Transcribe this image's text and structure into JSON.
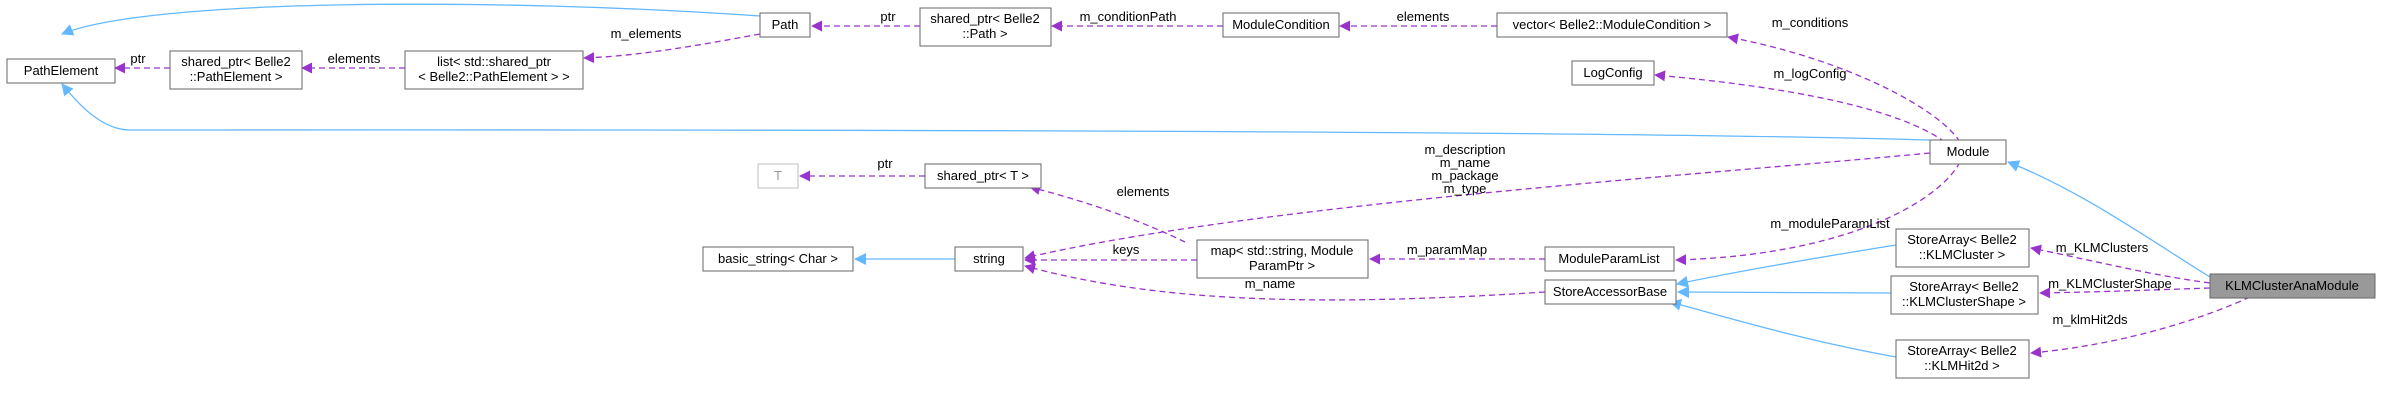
{
  "nodes": {
    "path_element": "PathElement",
    "shared_ptr_path_element": [
      "shared_ptr< Belle2",
      "::PathElement >"
    ],
    "list_shared_ptr": [
      "list< std::shared_ptr",
      "< Belle2::PathElement > >"
    ],
    "path": "Path",
    "shared_ptr_path": [
      "shared_ptr< Belle2",
      "::Path >"
    ],
    "module_condition": "ModuleCondition",
    "vector_module_condition": "vector< Belle2::ModuleCondition >",
    "log_config": "LogConfig",
    "module": "Module",
    "t": "T",
    "shared_ptr_t": "shared_ptr< T >",
    "basic_string": "basic_string< Char >",
    "string": "string",
    "map_param": [
      "map< std::string, Module",
      "ParamPtr >"
    ],
    "module_param_list": "ModuleParamList",
    "store_accessor_base": "StoreAccessorBase",
    "store_array_klm_cluster": [
      "StoreArray< Belle2",
      "::KLMCluster >"
    ],
    "store_array_klm_cluster_shape": [
      "StoreArray< Belle2",
      "::KLMClusterShape >"
    ],
    "store_array_klm_hit2d": [
      "StoreArray< Belle2",
      "::KLMHit2d >"
    ],
    "klm_cluster_ana_module": "KLMClusterAnaModule"
  },
  "edge_labels": {
    "ptr_path_element": "ptr",
    "elements_list": "elements",
    "m_elements": "m_elements",
    "ptr_path": "ptr",
    "m_condition_path": "m_conditionPath",
    "elements_condition": "elements",
    "m_conditions": "m_conditions",
    "m_log_config": "m_logConfig",
    "ptr_t": "ptr",
    "elements_map": "elements",
    "module_strings": [
      "m_description",
      "m_name",
      "m_package",
      "m_type"
    ],
    "keys": "keys",
    "m_param_map": "m_paramMap",
    "m_module_param_list": "m_moduleParamList",
    "m_name_accessor": "m_name",
    "m_klm_clusters": "m_KLMClusters",
    "m_klm_cluster_shape": "m_KLMClusterShape",
    "m_klm_hit2ds": "m_klmHit2ds"
  },
  "colors": {
    "inheritance": "#63b8ff",
    "usage": "#9a32cd",
    "node_border": "#666666",
    "focus_fill": "#999999"
  }
}
